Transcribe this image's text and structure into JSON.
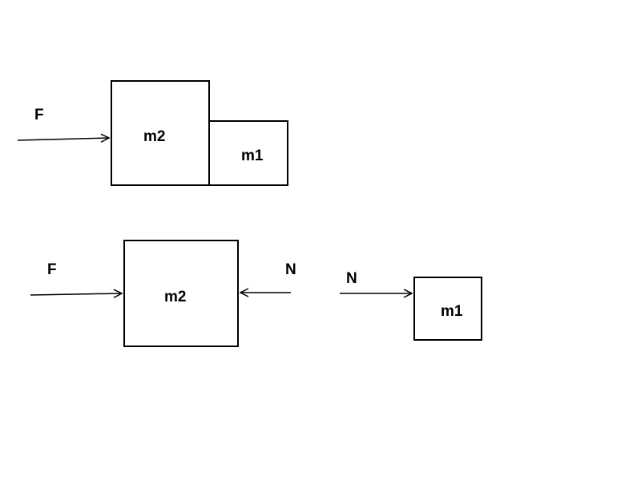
{
  "diagram": {
    "combined": {
      "force_label": "F",
      "block_large_label": "m2",
      "block_small_label": "m1"
    },
    "free_body_left": {
      "applied_force_label": "F",
      "block_label": "m2",
      "normal_force_label": "N"
    },
    "free_body_right": {
      "normal_force_label": "N",
      "block_label": "m1"
    }
  },
  "colors": {
    "stroke": "#000000",
    "background": "#ffffff"
  }
}
